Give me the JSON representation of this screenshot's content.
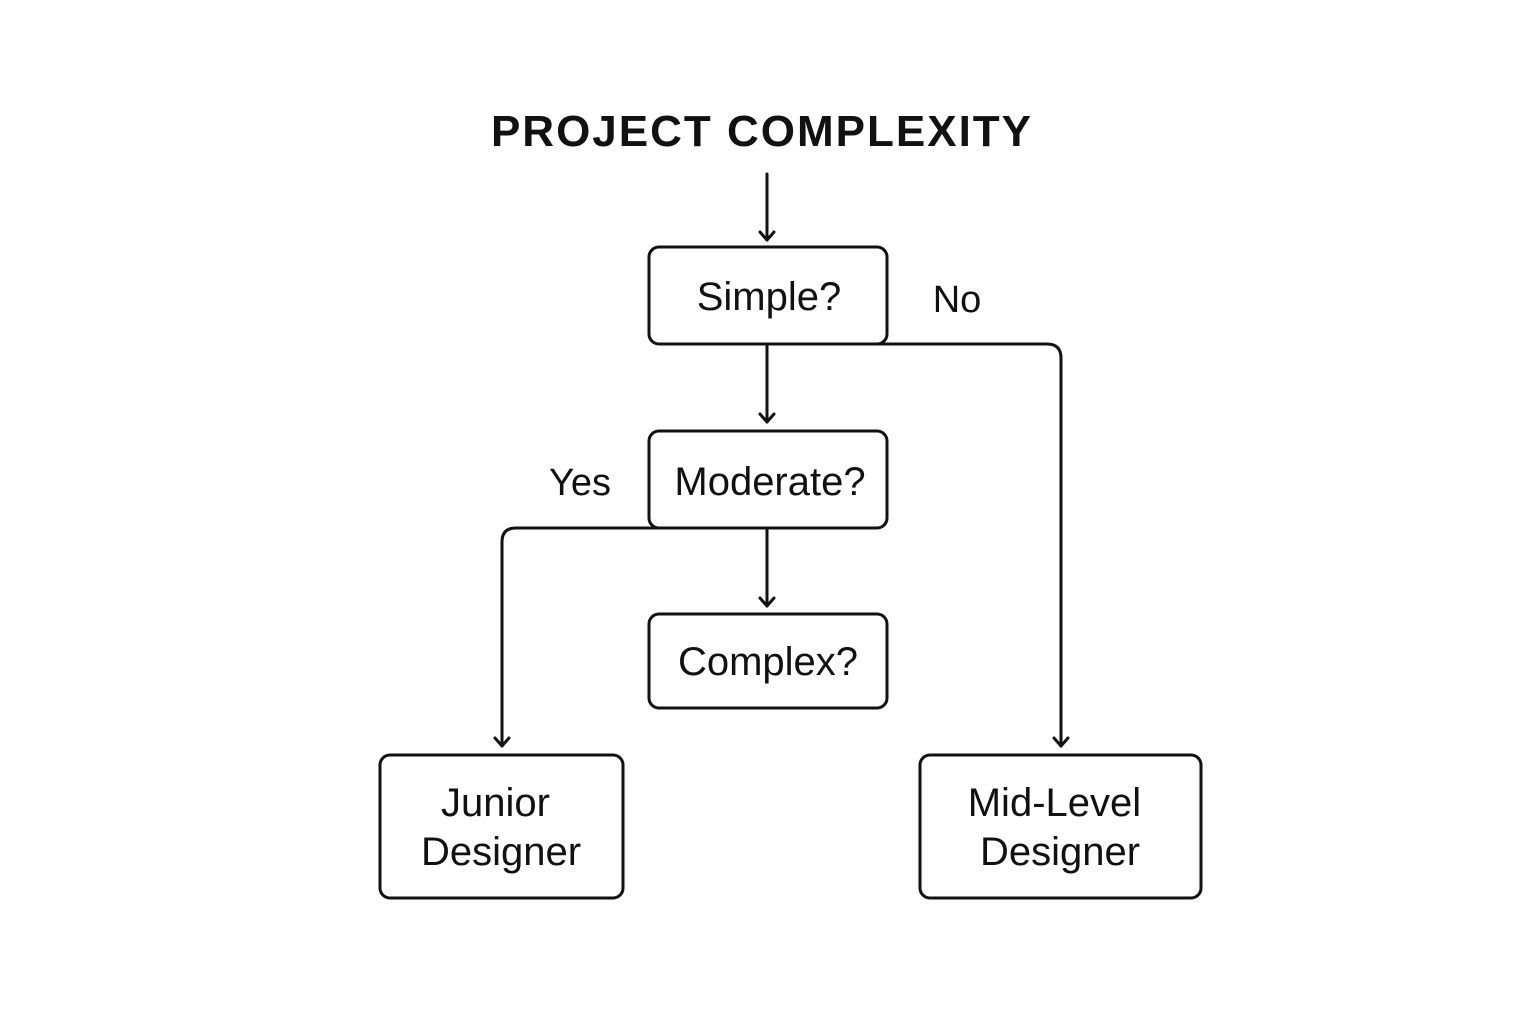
{
  "title": "PROJECT COMPLEXITY",
  "nodes": {
    "simple": {
      "label": "Simple?"
    },
    "moderate": {
      "label": "Moderate?"
    },
    "complex": {
      "label": "Complex?"
    },
    "junior": {
      "lines": [
        "Junior",
        "Designer"
      ]
    },
    "midlevel": {
      "lines": [
        "Mid-Level",
        "Designer"
      ]
    }
  },
  "edge_labels": {
    "no": "No",
    "yes": "Yes"
  },
  "colors": {
    "stroke": "#111111",
    "background": "#ffffff"
  }
}
